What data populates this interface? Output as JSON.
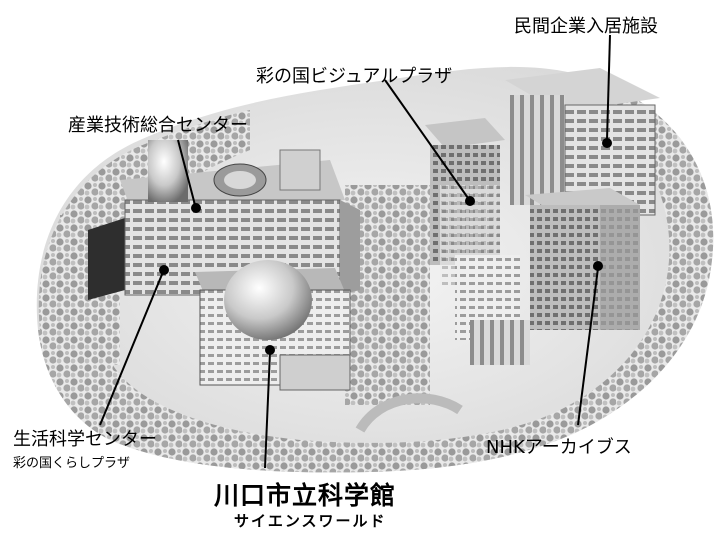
{
  "labels": {
    "private_facilities": "民間企業入居施設",
    "visual_plaza": "彩の国ビジュアルプラザ",
    "industrial_center": "産業技術総合センター",
    "life_science_center": "生活科学センター",
    "life_science_sub": "彩の国くらしプラザ",
    "nhk_archives": "NHKアーカイブス"
  },
  "title": {
    "main": "川口市立科学館",
    "sub": "サイエンスワールド"
  }
}
